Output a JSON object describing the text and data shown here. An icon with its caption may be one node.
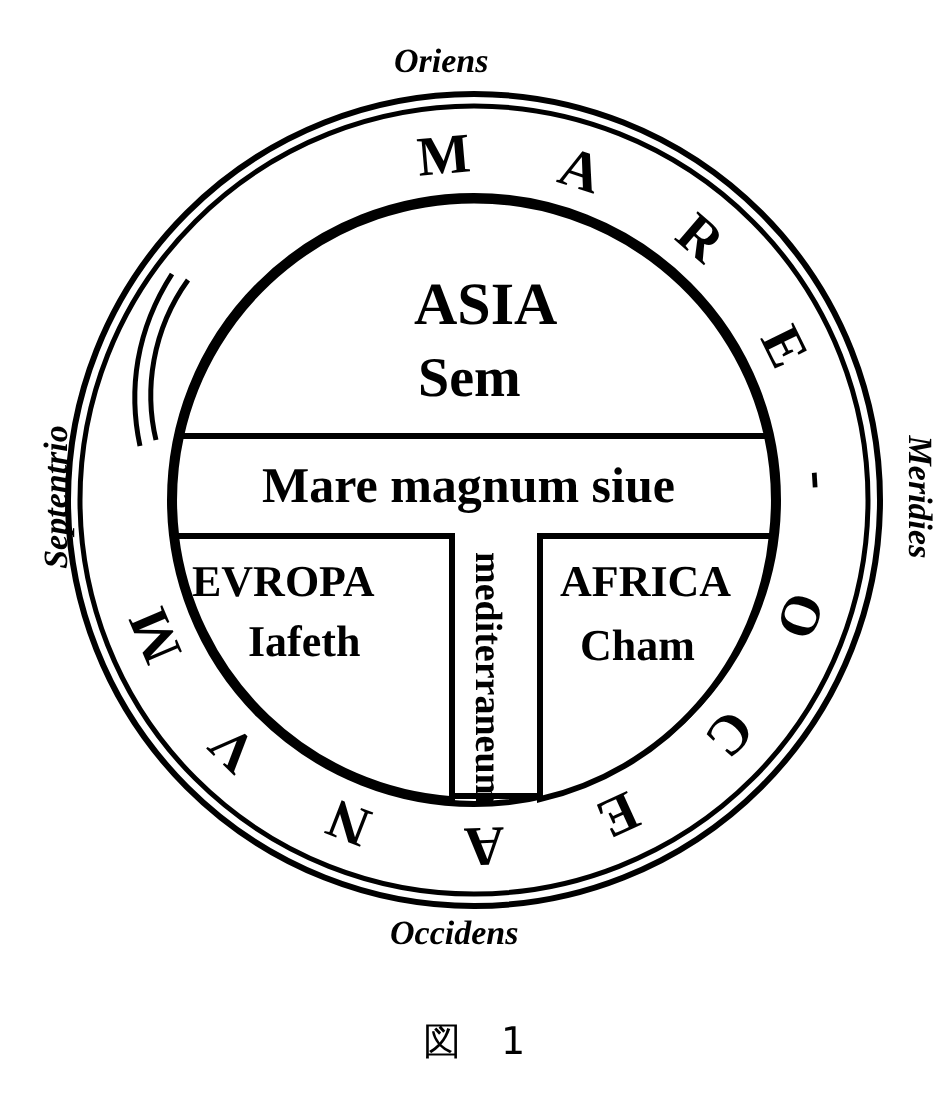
{
  "diagram": {
    "caption": "図 1",
    "nodes": [
      {
        "text": [
          "M",
          "A",
          "R",
          "E",
          "-",
          "O",
          "C",
          "E",
          "A",
          "N",
          "V",
          "M"
        ]
      },
      {
        "text": [
          "ASIA",
          "Sem"
        ],
        "in": 0
      },
      {
        "text": [
          "Mare magnum siue",
          "mediterraneum"
        ],
        "in": 0
      },
      {
        "text": [
          "EVROPA",
          "Iafeth"
        ],
        "in": 0
      },
      {
        "text": [
          "AFRICA",
          "Cham"
        ],
        "in": 0
      }
    ],
    "edges": [],
    "labels": [
      "Oriens",
      "Meridies",
      "Septentrio",
      "Occidens"
    ]
  }
}
